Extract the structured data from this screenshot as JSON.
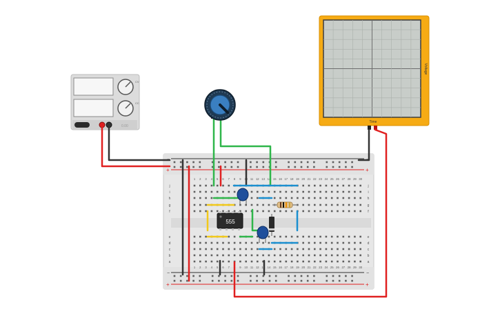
{
  "power_supply": {
    "name": "DC power supply",
    "knob_labels": [
      "CV",
      "CC"
    ],
    "side_labels": [
      "+",
      "−"
    ],
    "brand": "0.00",
    "wire_colors": {
      "negative": "#333333",
      "positive": "#e02020"
    }
  },
  "oscilloscope": {
    "x_label": "Time",
    "y_label": "Voltage",
    "frame_color": "#f6ab14",
    "screen_color": "#c8cdc9"
  },
  "potentiometer": {
    "knob_color": "#3a7fc1"
  },
  "ic": {
    "label": "555"
  },
  "breadboard": {
    "column_numbers": [
      "1",
      "2",
      "3",
      "4",
      "5",
      "6",
      "7",
      "8",
      "9",
      "10",
      "11",
      "12",
      "13",
      "14",
      "15",
      "16",
      "17",
      "18",
      "19",
      "20",
      "21",
      "22",
      "23",
      "24",
      "25",
      "26",
      "27",
      "28",
      "29",
      "30"
    ],
    "row_letters_top": [
      "j",
      "i",
      "h",
      "g",
      "f"
    ],
    "row_letters_bottom": [
      "e",
      "d",
      "c",
      "b",
      "a"
    ],
    "rail_plus": "+",
    "rail_minus": "−"
  },
  "wire_colors": {
    "red": "#e02020",
    "black": "#333333",
    "green": "#2fb64a",
    "yellow": "#f2c91b",
    "blue": "#1a8fd0"
  }
}
